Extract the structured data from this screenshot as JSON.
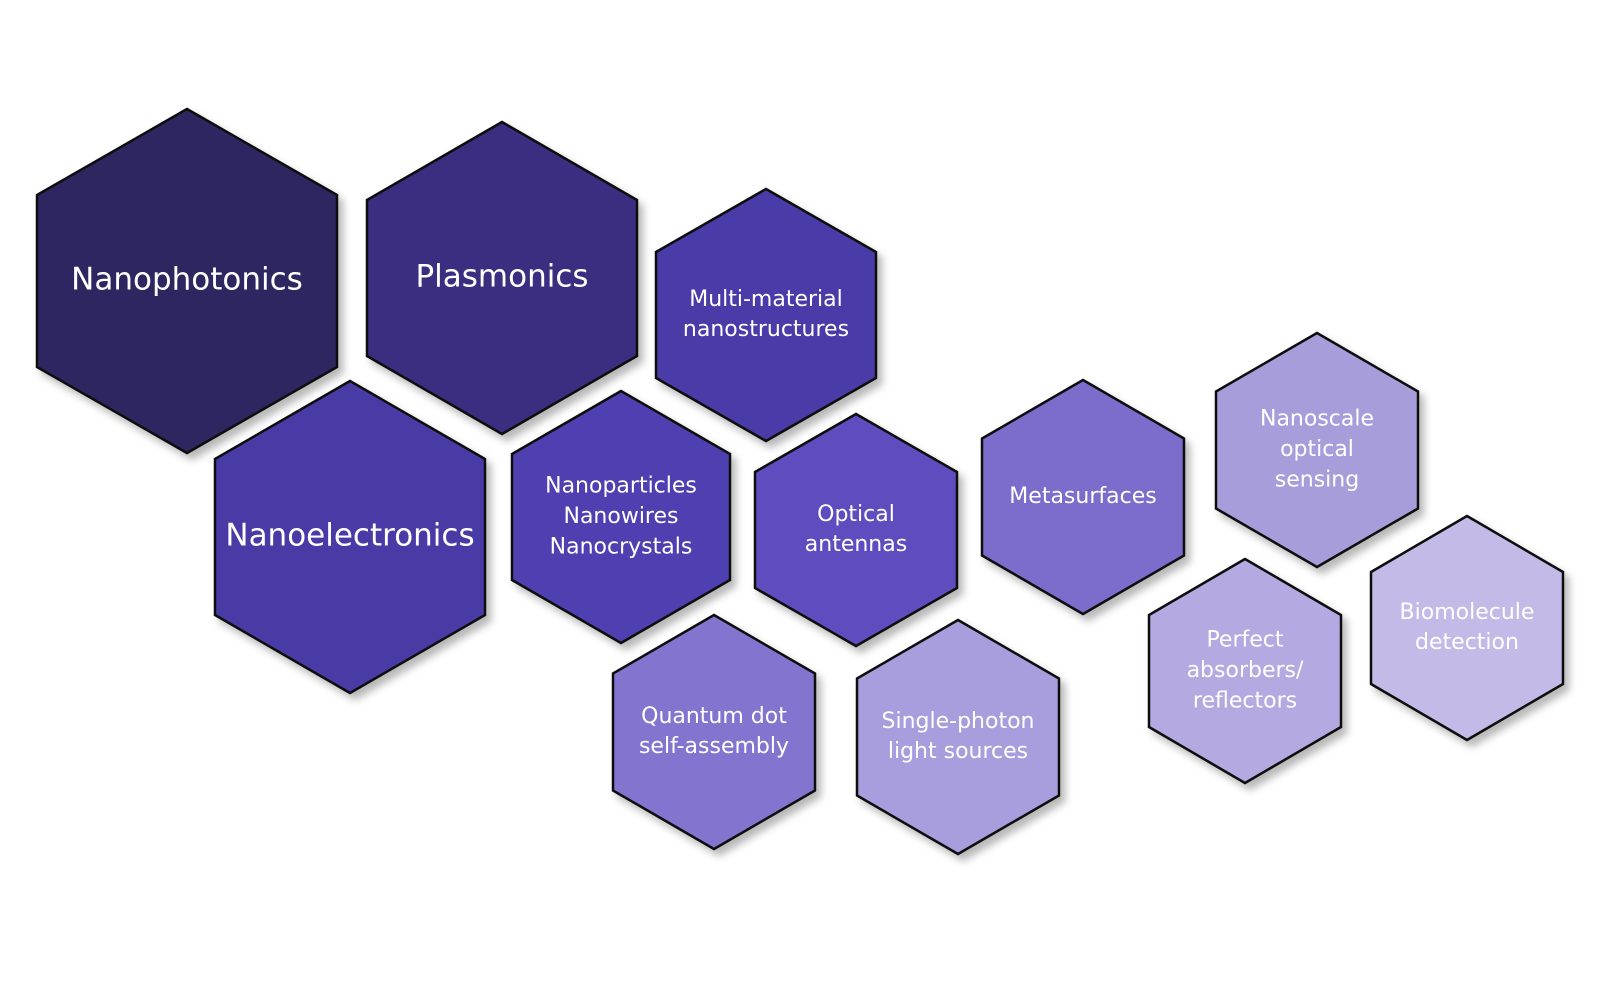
{
  "diagram": {
    "nodes": [
      {
        "id": "nanophotonics",
        "lines": [
          "Nanophotonics"
        ],
        "color": "#2f2660"
      },
      {
        "id": "plasmonics",
        "lines": [
          "Plasmonics"
        ],
        "color": "#3b2f80"
      },
      {
        "id": "multi-material",
        "lines": [
          "Multi-material",
          "nanostructures"
        ],
        "color": "#4a3aa8"
      },
      {
        "id": "nanoelectronics",
        "lines": [
          "Nanoelectronics"
        ],
        "color": "#4a3aa5"
      },
      {
        "id": "nanoparticles",
        "lines": [
          "Nanoparticles",
          "Nanowires",
          "Nanocrystals"
        ],
        "color": "#4f3fb2"
      },
      {
        "id": "optical-antennas",
        "lines": [
          "Optical",
          "antennas"
        ],
        "color": "#5e4ebf"
      },
      {
        "id": "metasurfaces",
        "lines": [
          "Metasurfaces"
        ],
        "color": "#7b6ccb"
      },
      {
        "id": "nanoscale-sensing",
        "lines": [
          "Nanoscale",
          "optical",
          "sensing"
        ],
        "color": "#a79ddb"
      },
      {
        "id": "quantum-dot",
        "lines": [
          "Quantum dot",
          "self-assembly"
        ],
        "color": "#8374cf"
      },
      {
        "id": "single-photon",
        "lines": [
          "Single-photon",
          "light sources"
        ],
        "color": "#a89ddd"
      },
      {
        "id": "perfect-absorbers",
        "lines": [
          "Perfect",
          "absorbers/",
          "reflectors"
        ],
        "color": "#b4aae1"
      },
      {
        "id": "biomolecule",
        "lines": [
          "Biomolecule",
          "detection"
        ],
        "color": "#c3bae7"
      }
    ]
  }
}
